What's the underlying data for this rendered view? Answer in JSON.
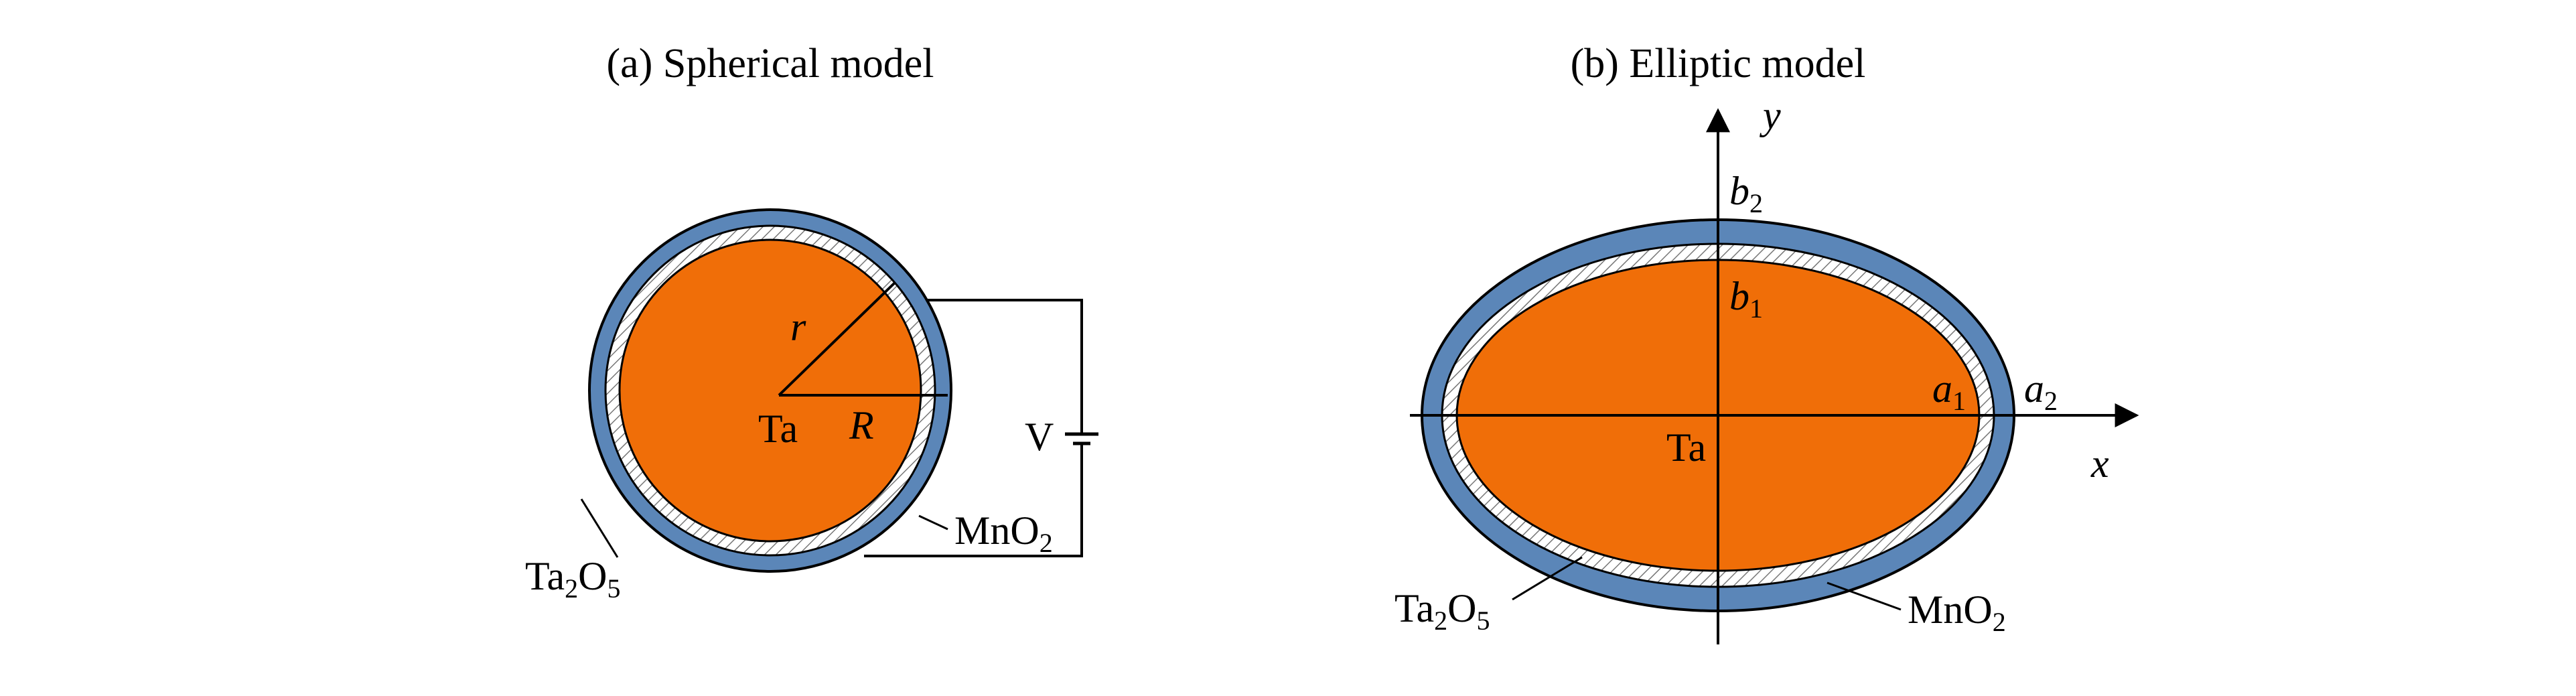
{
  "panels": {
    "spherical": {
      "caption": "(a) Spherical model",
      "core_label": "Ta",
      "radius_small": "r",
      "radius_large": "R",
      "voltage_label": "V",
      "oxide_label": {
        "base": "Ta",
        "sub1": "2",
        "mid": "O",
        "sub2": "5"
      },
      "electrolyte_label": {
        "base": "MnO",
        "sub": "2"
      }
    },
    "elliptic": {
      "caption": "(b) Elliptic model",
      "core_label": "Ta",
      "x_axis": "x",
      "y_axis": "y",
      "a1": {
        "base": "a",
        "sub": "1"
      },
      "a2": {
        "base": "a",
        "sub": "2"
      },
      "b1": {
        "base": "b",
        "sub": "1"
      },
      "b2": {
        "base": "b",
        "sub": "2"
      },
      "oxide_label": {
        "base": "Ta",
        "sub1": "2",
        "mid": "O",
        "sub2": "5"
      },
      "electrolyte_label": {
        "base": "MnO",
        "sub": "2"
      }
    }
  },
  "colors": {
    "core": "#F06E08",
    "outer_shell": "#5B86B8",
    "hatch_line": "#777777",
    "stroke": "#000000"
  }
}
